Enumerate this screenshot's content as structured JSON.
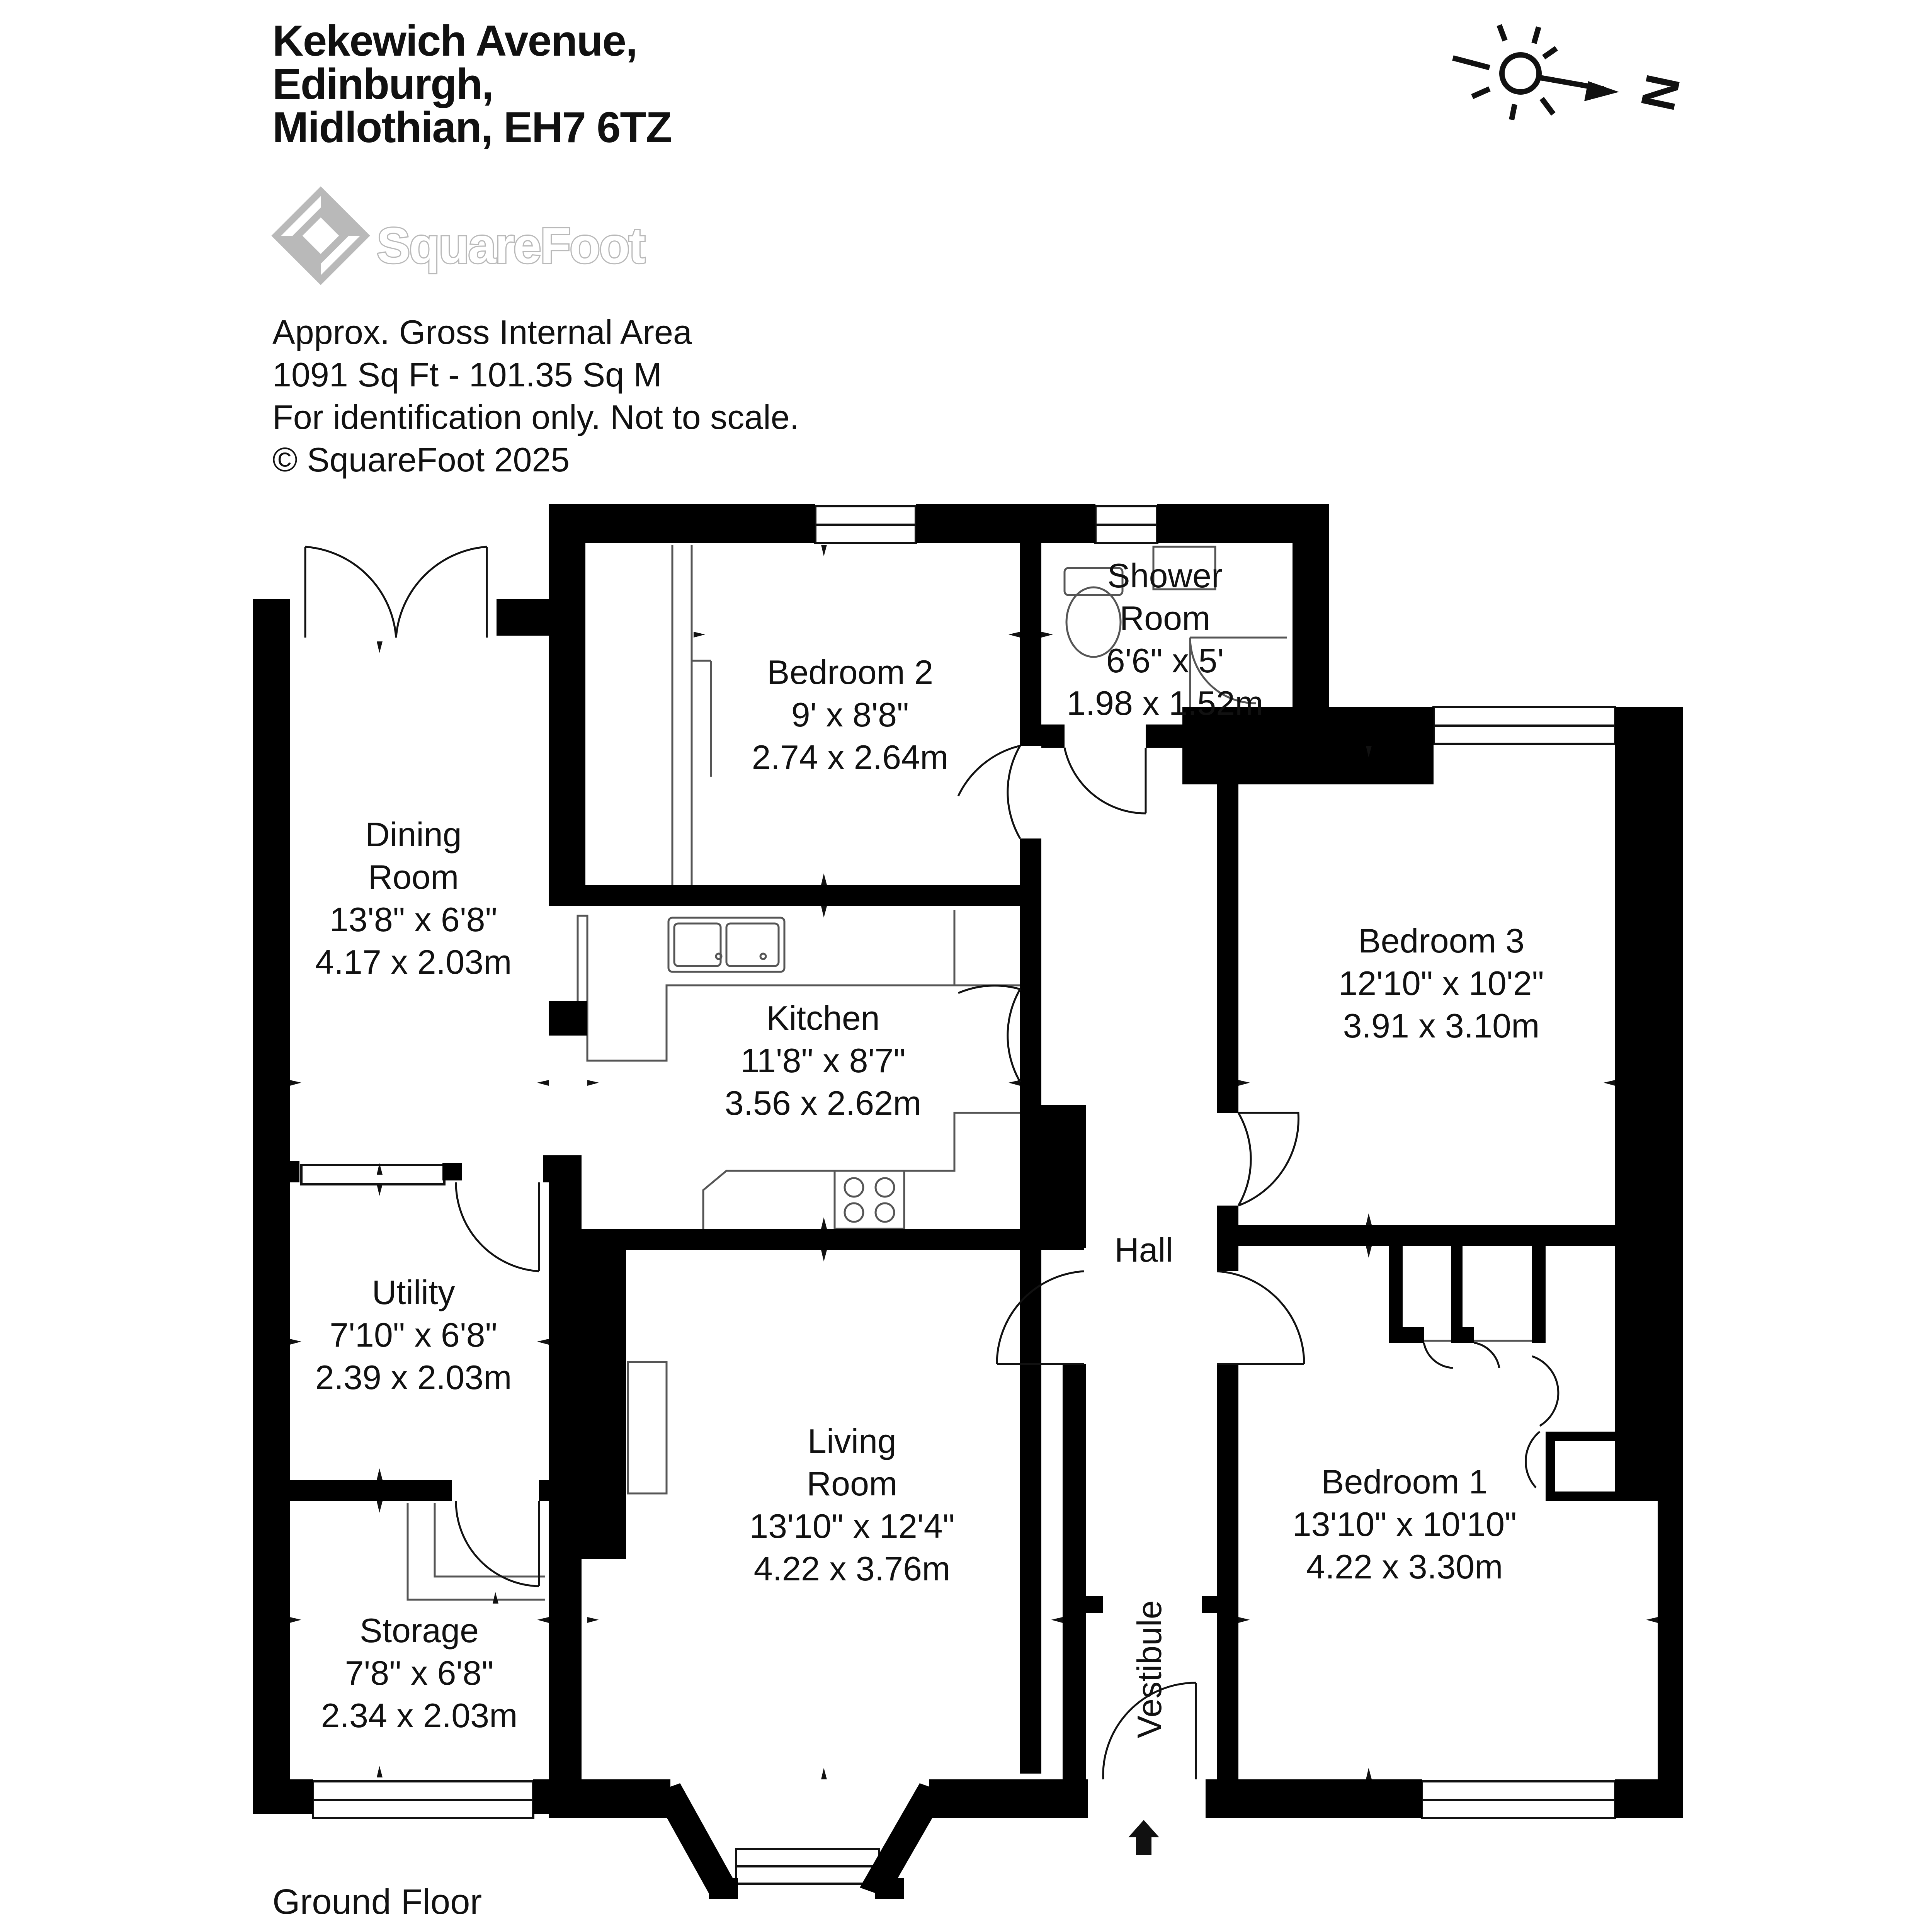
{
  "address": {
    "line1": "Kekewich Avenue,",
    "line2": "Edinburgh,",
    "line3": "Midlothian, EH7 6TZ"
  },
  "brand": {
    "name": "SquareFoot",
    "logo_icon": "squarefoot-logo-icon",
    "logo_color": "#b9b9b9"
  },
  "info": {
    "area_title": "Approx. Gross Internal Area",
    "area_value": "1091 Sq Ft  -  101.35 Sq M",
    "disclaimer": "For identification only. Not to scale.",
    "copyright": "© SquareFoot 2025"
  },
  "compass": {
    "label": "N",
    "icon": "sun-compass-icon"
  },
  "floor_label": "Ground Floor",
  "colors": {
    "wall": "#000000",
    "background": "#ffffff",
    "fixture": "#555555"
  },
  "rooms": {
    "dining": {
      "name1": "Dining",
      "name2": "Room",
      "imperial": "13'8\" x 6'8\"",
      "metric": "4.17 x 2.03m"
    },
    "bedroom2": {
      "name": "Bedroom 2",
      "imperial": "9' x 8'8\"",
      "metric": "2.74 x 2.64m"
    },
    "shower": {
      "name1": "Shower",
      "name2": "Room",
      "imperial": "6'6\" x 5'",
      "metric": "1.98 x 1.52m"
    },
    "bedroom3": {
      "name": "Bedroom 3",
      "imperial": "12'10\" x 10'2\"",
      "metric": "3.91 x 3.10m"
    },
    "kitchen": {
      "name": "Kitchen",
      "imperial": "11'8\" x 8'7\"",
      "metric": "3.56 x 2.62m"
    },
    "hall": {
      "name": "Hall"
    },
    "utility": {
      "name": "Utility",
      "imperial": "7'10\" x 6'8\"",
      "metric": "2.39 x 2.03m"
    },
    "living": {
      "name1": "Living",
      "name2": "Room",
      "imperial": "13'10\" x 12'4\"",
      "metric": "4.22 x 3.76m"
    },
    "bedroom1": {
      "name": "Bedroom 1",
      "imperial": "13'10\" x 10'10\"",
      "metric": "4.22 x 3.30m"
    },
    "storage": {
      "name": "Storage",
      "imperial": "7'8\" x 6'8\"",
      "metric": "2.34 x 2.03m"
    },
    "vestibule": {
      "name": "Vestibule"
    }
  }
}
